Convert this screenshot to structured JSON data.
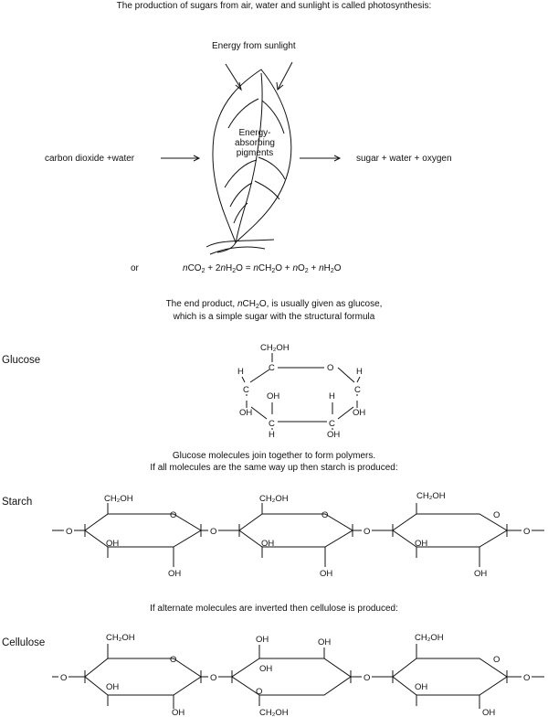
{
  "header": {
    "intro": "The production of sugars from air, water and sunlight is called photosynthesis:"
  },
  "leaf_diagram": {
    "sunlight_label": "Energy from sunlight",
    "pigment_label_1": "Energy-",
    "pigment_label_2": "absorbing",
    "pigment_label_3": "pigments",
    "input_label": "carbon dioxide +water",
    "output_label": "sugar + water + oxygen"
  },
  "equation": {
    "or": "or",
    "n": "n",
    "co2": "CO",
    "two": "2",
    "plus1": " + 2",
    "h2o": "H",
    "o": "O",
    "equals": " = ",
    "ch2o": "CH",
    "plus2": " + ",
    "o2": "O",
    "plus3": " + ",
    "h2o_end": "H"
  },
  "end_product": {
    "line1_a": "The end product, ",
    "line1_n": "n",
    "line1_b": "CH",
    "line1_c": "O, is usually given as glucose,",
    "line2": "which is a simple sugar with the structural formula"
  },
  "glucose": {
    "label": "Glucose",
    "ch2oh": "CH₂OH",
    "c": "C",
    "o": "O",
    "h": "H",
    "oh": "OH"
  },
  "polymer_text": {
    "line1": "Glucose molecules join together to form polymers.",
    "line2": "If all molecules are the same way up then starch is produced:"
  },
  "starch": {
    "label": "Starch",
    "ch2oh": "CH₂OH",
    "oh": "OH",
    "o": "O"
  },
  "cellulose_text": {
    "line1": "If alternate molecules are inverted then cellulose is produced:"
  },
  "cellulose": {
    "label": "Cellulose",
    "ch2oh": "CH₂OH",
    "oh": "OH",
    "o": "O"
  }
}
